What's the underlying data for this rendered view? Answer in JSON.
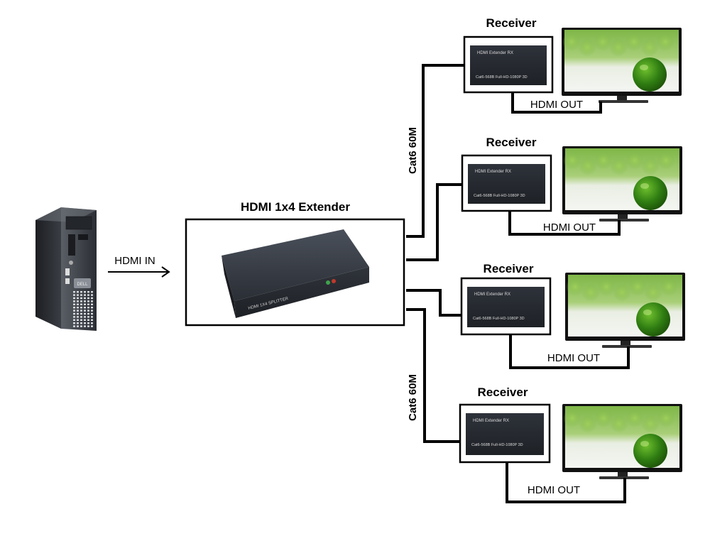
{
  "source": {
    "label": "HDMI IN"
  },
  "extender": {
    "title": "HDMI 1x4 Extender",
    "device_print": "HDMI 1X4 SPLITTER"
  },
  "pc": {
    "brand": "DELL"
  },
  "cables": {
    "top": "Cat6 60M",
    "bottom": "Cat6 60M"
  },
  "receivers": [
    {
      "title": "Receiver",
      "device_line1": "HDMI  Extender  RX",
      "device_line2": "Cat6-568B  Full-HD-1080P 3D",
      "out_label": "HDMI OUT"
    },
    {
      "title": "Receiver",
      "device_line1": "HDMI  Extender  RX",
      "device_line2": "Cat6-568B  Full-HD-1080P 3D",
      "out_label": "HDMI OUT"
    },
    {
      "title": "Receiver",
      "device_line1": "HDMI  Extender  RX",
      "device_line2": "Cat6-568B  Full-HD-1080P 3D",
      "out_label": "HDMI OUT"
    },
    {
      "title": "Receiver",
      "device_line1": "HDMI  Extender  RX",
      "device_line2": "Cat6-568B  Full-HD-1080P 3D",
      "out_label": "HDMI OUT"
    }
  ],
  "colors": {
    "line": "#000000",
    "device": "#2b2f36",
    "screen_green": "#6fae3a",
    "lime": "#2f7d12"
  }
}
